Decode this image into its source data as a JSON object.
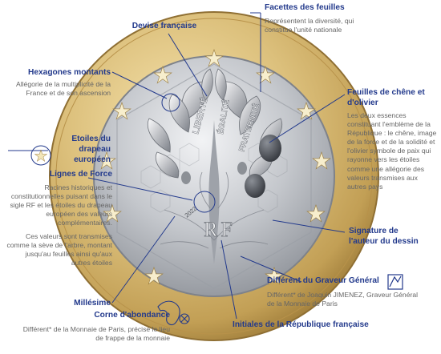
{
  "labels": {
    "devise": {
      "title": "Devise française"
    },
    "facettes": {
      "title": "Facettes des feuilles",
      "desc": "Représentent la diversité, qui constitue l'unité nationale"
    },
    "hexagones": {
      "title": "Hexagones montants",
      "desc": "Allégorie de la multiplicité de la France et de son ascension"
    },
    "feuilles": {
      "title": "Feuilles de chêne et d'olivier",
      "desc": "Les deux essences constituant l'emblème de la République : le chêne, image de la force et de la solidité et l'olivier symbole de paix qui rayonne vers les étoiles comme une allégorie des valeurs transmises aux autres pays"
    },
    "etoiles": {
      "title": "Etoiles du drapeau européen"
    },
    "lignes": {
      "title": "Lignes de Force",
      "desc": "Racines historiques et constitutionnelles puisant dans le sigle RF et les étoiles du drapeau européen des valeurs complémentaires.",
      "desc2": "Ces valeurs sont transmises comme la sève de l'arbre, montant jusqu'au feuilles ainsi qu'aux autres étoiles"
    },
    "signature": {
      "title": "Signature de l'auteur du dessin"
    },
    "graveur": {
      "title": "Différent du Graveur Général",
      "desc": "Différent* de Joaquin JIMENEZ, Graveur Général de la Monnaie de Paris"
    },
    "millesime": {
      "title": "Millésime"
    },
    "corne": {
      "title": "Corne d'abondance",
      "desc": "Différent* de la Monnaie de Paris, précise le lieu de frappe de la monnaie"
    },
    "initiales": {
      "title": "Initiales de la République française"
    }
  },
  "coin": {
    "motto_left": "LIBERTÉ",
    "motto_mid": "ÉGALITÉ",
    "motto_right": "FRATERNITÉ",
    "monogram": "RF",
    "year": "2022"
  },
  "colors": {
    "title": "#233a8c",
    "desc": "#666666",
    "ring_gold": "#c9a659",
    "center_silver": "#b9bcc1",
    "connector": "#233a8c"
  }
}
